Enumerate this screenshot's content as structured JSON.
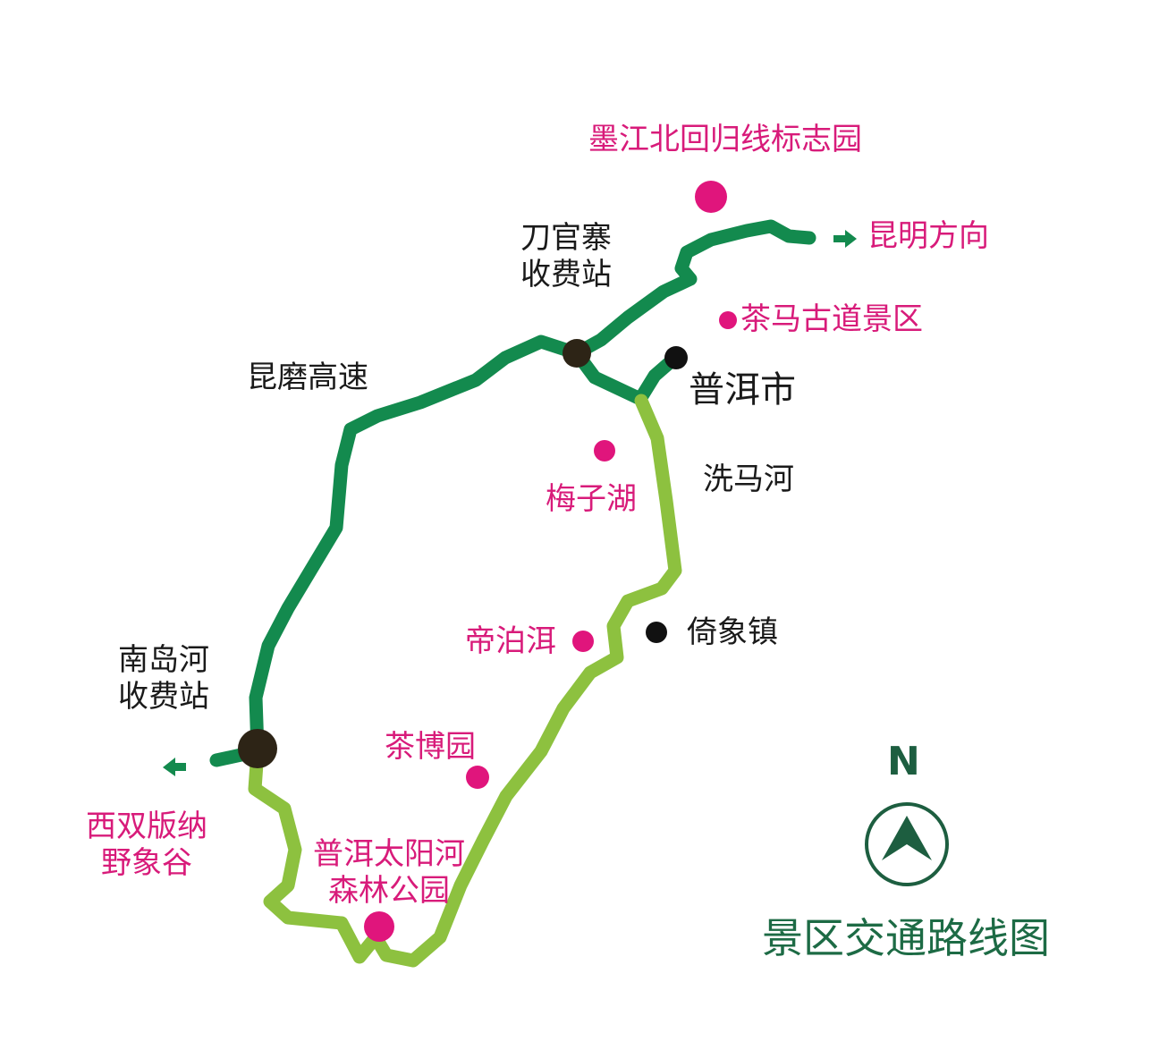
{
  "title": "景区交通路线图",
  "compass": {
    "letter": "N",
    "icon": "north-arrow-icon"
  },
  "colors": {
    "main_route": "#138a4e",
    "secondary_route": "#8dc13f",
    "scenic": "#e0157c",
    "town": "#111111",
    "title": "#1d6b45"
  },
  "directions": [
    {
      "label": "昆明方向",
      "icon": "arrow-right-icon"
    },
    {
      "label": "西双版纳\n野象谷",
      "icon": "arrow-left-icon"
    }
  ],
  "roads": {
    "highway": "昆磨高速"
  },
  "toll_stations": [
    {
      "label": "刀官寨\n收费站"
    },
    {
      "label": "南岛河\n收费站"
    }
  ],
  "towns": [
    {
      "label": "普洱市"
    },
    {
      "label": "洗马河"
    },
    {
      "label": "倚象镇"
    }
  ],
  "scenic_spots": [
    {
      "label": "墨江北回归线标志园"
    },
    {
      "label": "茶马古道景区"
    },
    {
      "label": "梅子湖"
    },
    {
      "label": "帝泊洱"
    },
    {
      "label": "茶博园"
    },
    {
      "label": "普洱太阳河\n森林公园"
    }
  ]
}
